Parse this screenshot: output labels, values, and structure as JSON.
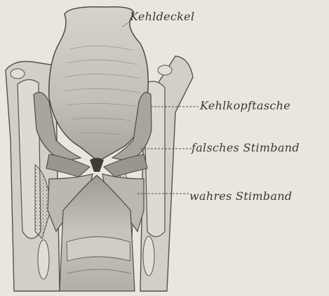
{
  "figure": {
    "labels": {
      "epiglottis": "Kehldeckel",
      "ventricle": "Kehlkopftasche",
      "false_vocal_fold": "falsches Stimband",
      "true_vocal_fold": "wahres Stimband"
    },
    "colors": {
      "paper": "#e8e6de",
      "ink": "#3b3833",
      "tissue_light": "#d9d6ce",
      "tissue_mid": "#bfbbb2",
      "tissue_dark": "#8d8880"
    }
  }
}
